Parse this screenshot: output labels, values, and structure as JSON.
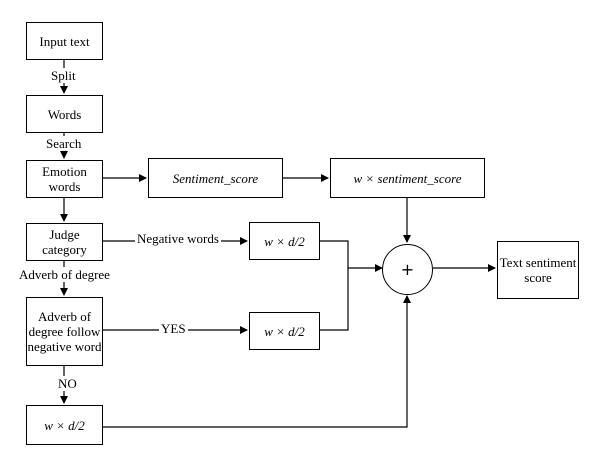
{
  "nodes": {
    "input_text": "Input text",
    "words": "Words",
    "emotion_words": "Emotion\nwords",
    "sentiment_score": "Sentiment_score",
    "weighted_sentiment_score": "w × sentiment_score",
    "judge_category": "Judge\ncategory",
    "w_d2_negative": "w × d/2",
    "w_d2_yes": "w × d/2",
    "adverb_follow": "Adverb of\ndegree follow\nnegative word",
    "w_d2_no": "w × d/2",
    "sum_operator": "+",
    "text_sentiment_score": "Text sentiment\nscore"
  },
  "edges": {
    "split": "Split",
    "search": "Search",
    "negative_words": "Negative words",
    "adverb_of_degree": "Adverb of degree",
    "yes": "YES",
    "no": "NO"
  }
}
